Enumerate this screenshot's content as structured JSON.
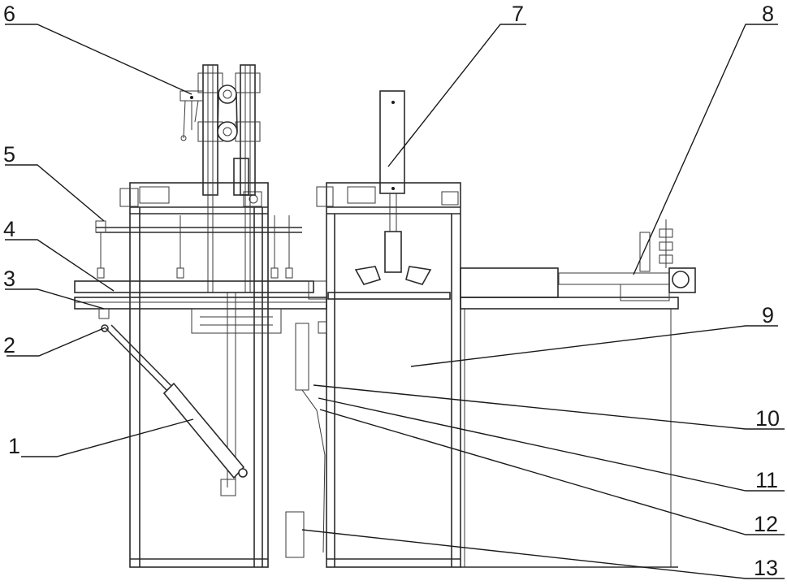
{
  "figure": {
    "background": "#ffffff",
    "line_color": "#2b2b2b"
  },
  "callouts": [
    {
      "id": "1",
      "text": "1"
    },
    {
      "id": "2",
      "text": "2"
    },
    {
      "id": "3",
      "text": "3"
    },
    {
      "id": "4",
      "text": "4"
    },
    {
      "id": "5",
      "text": "5"
    },
    {
      "id": "6",
      "text": "6"
    },
    {
      "id": "7",
      "text": "7"
    },
    {
      "id": "8",
      "text": "8"
    },
    {
      "id": "9",
      "text": "9"
    },
    {
      "id": "10",
      "text": "10"
    },
    {
      "id": "11",
      "text": "11"
    },
    {
      "id": "12",
      "text": "12"
    },
    {
      "id": "13",
      "text": "13"
    }
  ]
}
